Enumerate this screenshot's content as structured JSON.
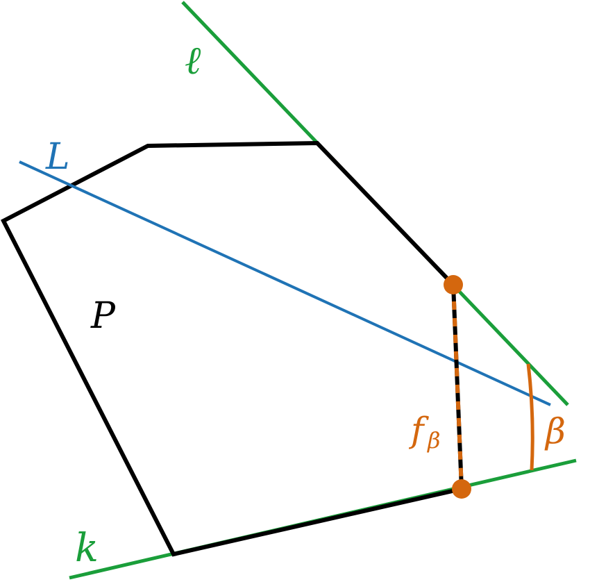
{
  "labels": {
    "line_l": "ℓ",
    "line_L": "L",
    "polygon": "P",
    "line_k": "k",
    "segment_f": "f",
    "segment_f_sub": "β",
    "angle": "β"
  },
  "colors": {
    "polygon": "#000000",
    "support_lines": "#1a9e3a",
    "line_L": "#1f73b5",
    "highlight": "#d4670e"
  }
}
